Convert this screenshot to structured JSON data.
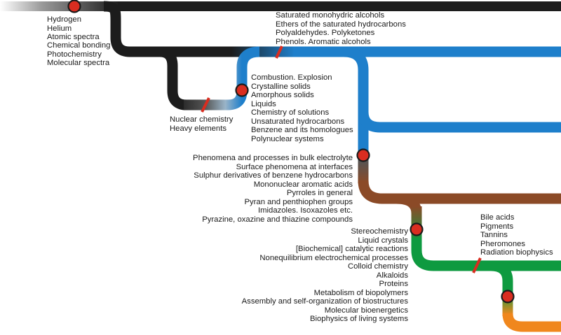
{
  "colors": {
    "black_line": "#1c1c1c",
    "blue_line": "#1e7fcb",
    "brown_line": "#8b4a27",
    "green_line": "#0e9a40",
    "orange_line": "#f0871d",
    "station_fill": "#d92d20",
    "marker": "#d92d20"
  },
  "groups": [
    {
      "id": "black-top",
      "labels": [
        "Hydrogen",
        "Helium",
        "Atomic spectra",
        "Chemical bonding",
        "Photochemistry",
        "Molecular spectra"
      ]
    },
    {
      "id": "black-to-blue",
      "labels": [
        "Saturated monohydric alcohols",
        "Ethers of the saturated hydrocarbons",
        "Polyaldehydes. Polyketones",
        "Phenols. Aromatic alcohols"
      ]
    },
    {
      "id": "nuclear",
      "labels": [
        "Nuclear chemistry",
        "Heavy elements"
      ]
    },
    {
      "id": "blue-branch",
      "labels": [
        "Combustion. Explosion",
        "Crystalline solids",
        "Amorphous solids",
        "Liquids",
        "Chemistry of solutions",
        "Unsaturated hydrocarbons",
        "Benzene and its homologues",
        "Polynuclear systems"
      ]
    },
    {
      "id": "brown-branch",
      "labels": [
        "Phenomena and processes in bulk electrolyte",
        "Surface phenomena at interfaces",
        "Sulphur derivatives of benzene hydrocarbons",
        "Mononuclear aromatic acids",
        "Pyrroles in general",
        "Pyran and penthiophen groups",
        "Imidazoles. Isoxazoles etc.",
        "Pyrazine, oxazine and thiazine compounds"
      ]
    },
    {
      "id": "green-branch",
      "labels": [
        "Stereochemistry",
        "Liquid crystals",
        "[Biochemical] catalytic reactions",
        "Nonequilibrium electrochemical processes",
        "Colloid chemistry",
        "Alkaloids",
        "Proteins",
        "Metabolism of biopolymers",
        "Assembly and self-organization of biostructures",
        "Molecular bioenergetics",
        "Biophysics of living systems"
      ]
    },
    {
      "id": "green-right",
      "labels": [
        "Bile acids",
        "Pigments",
        "Tannins",
        "Pheromones",
        "Radiation biophysics"
      ]
    }
  ]
}
